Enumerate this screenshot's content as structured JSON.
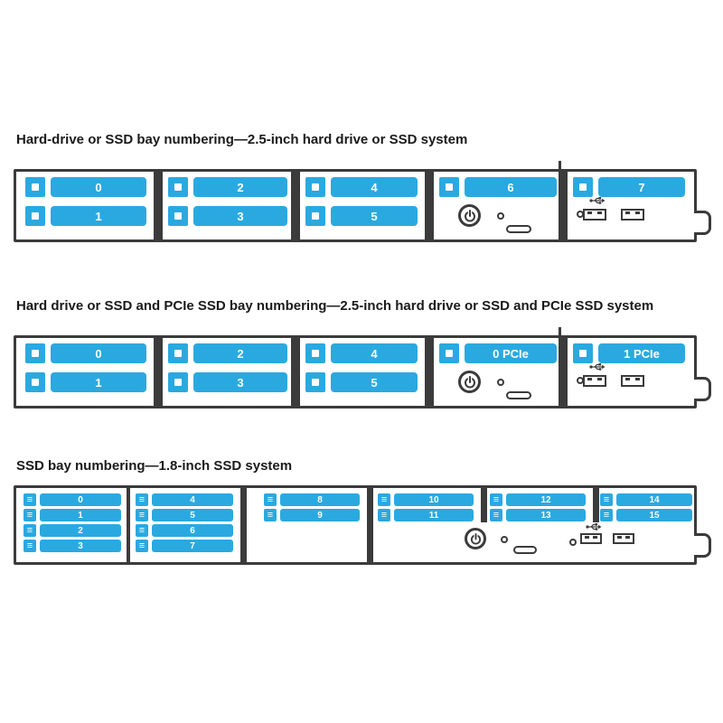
{
  "colors": {
    "bay_fill": "#2aa9e0",
    "chassis_outline": "#3b3b3b",
    "bay_text": "#ffffff",
    "background": "#ffffff"
  },
  "icons": {
    "ssd_latch_glyph": "≡",
    "power": "power-icon",
    "usb": "usb-icon",
    "drive_latch": "drive-release-latch-icon"
  },
  "sections": [
    {
      "heading": "Hard-drive or SSD bay numbering—2.5-inch hard drive or SSD system",
      "bays": [
        "0",
        "1",
        "2",
        "3",
        "4",
        "5",
        "6",
        "7"
      ]
    },
    {
      "heading": "Hard drive or SSD and PCIe SSD bay numbering—2.5-inch hard drive or SSD and PCIe SSD system",
      "bays": [
        "0",
        "1",
        "2",
        "3",
        "4",
        "5",
        "0 PCIe",
        "1 PCIe"
      ]
    },
    {
      "heading": "SSD bay numbering—1.8-inch SSD system",
      "bays": [
        "0",
        "1",
        "2",
        "3",
        "4",
        "5",
        "6",
        "7",
        "8",
        "9",
        "10",
        "11",
        "12",
        "13",
        "14",
        "15"
      ]
    }
  ]
}
